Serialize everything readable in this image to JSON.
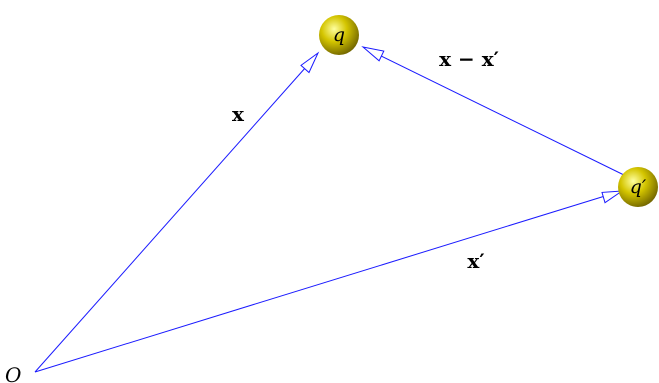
{
  "diagram": {
    "origin_label": "O",
    "charges": {
      "q": {
        "label": "q"
      },
      "q_prime": {
        "label": "q′"
      }
    },
    "vectors": {
      "x": {
        "label": "x"
      },
      "x_prime": {
        "label": "x′"
      },
      "x_minus_x_prime": {
        "label": "x − x′"
      }
    },
    "colors": {
      "arrow": "#1a1aff",
      "sphere_fill": "#d4c500",
      "sphere_highlight": "#ffffa0",
      "sphere_shadow": "#6e6200",
      "label": "#000000"
    }
  }
}
